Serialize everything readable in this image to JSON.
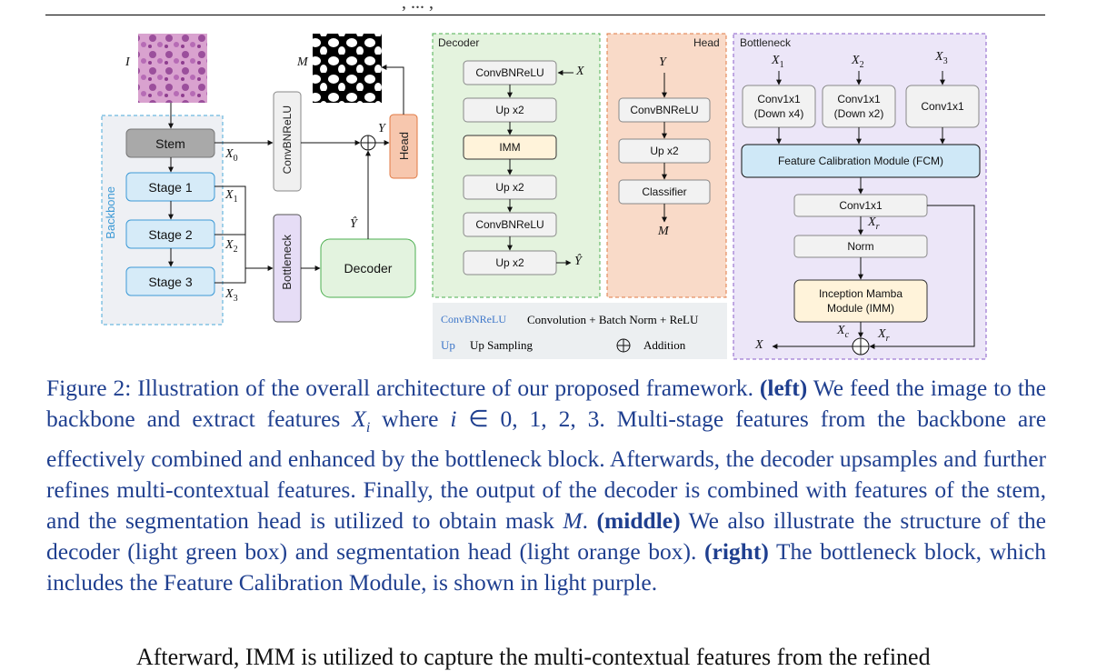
{
  "header_fragment": ", ... ,",
  "figure": {
    "left": {
      "input_label": "I",
      "mask_label": "M",
      "backbone_label": "Backbone",
      "stem": "Stem",
      "stage1": "Stage 1",
      "stage2": "Stage 2",
      "stage3": "Stage 3",
      "convbnrelu": "ConvBNReLU",
      "bottleneck": "Bottleneck",
      "decoder": "Decoder",
      "head": "Head",
      "x0": "X0",
      "x1": "X1",
      "x2": "X2",
      "x3": "X3",
      "y": "Y",
      "y_hat": "Ŷ"
    },
    "decoder_panel": {
      "title": "Decoder",
      "blocks": [
        "ConvBNReLU",
        "Up x2",
        "IMM",
        "Up x2",
        "ConvBNReLU",
        "Up x2"
      ],
      "input": "X",
      "output": "Ŷ"
    },
    "head_panel": {
      "title": "Head",
      "input": "Y",
      "blocks": [
        "ConvBNReLU",
        "Up x2",
        "Classifier"
      ],
      "output": "M"
    },
    "bottleneck_panel": {
      "title": "Bottleneck",
      "inputs": [
        "X1",
        "X2",
        "X3"
      ],
      "conv1": "Conv1x1\n(Down x4)",
      "conv2": "Conv1x1\n(Down x2)",
      "conv3": "Conv1x1",
      "fcm": "Feature Calibration Module (FCM)",
      "conv_mid": "Conv1x1",
      "xr": "Xr",
      "norm": "Norm",
      "imm": "Inception Mamba\nModule (IMM)",
      "xc": "Xc",
      "xr2": "Xr",
      "output": "X"
    },
    "legend": {
      "k1": "ConvBNReLU",
      "v1": "Convolution + Batch Norm + ReLU",
      "k2": "Up",
      "v2": "Up Sampling",
      "v3": "Addition"
    }
  },
  "caption": {
    "label": "Figure 2:",
    "t1": " Illustration of the overall architecture of our proposed framework. ",
    "b1": "(left)",
    "t2": " We feed the image to the backbone and extract features ",
    "m1": "X",
    "m1sub": "i",
    "t3": " where ",
    "m2": "i",
    "t4": " ∈ 0, 1, 2, 3. Multi-stage features from the backbone are effectively combined and enhanced by the bottleneck block. Afterwards, the decoder upsamples and further refines multi-contextual features. Finally, the output of the decoder is combined with features of the stem, and the segmentation head is utilized to obtain mask ",
    "m3": "M",
    "t5": ". ",
    "b2": "(middle)",
    "t6": " We also illustrate the structure of the decoder (light green box) and segmentation head (light orange box). ",
    "b3": "(right)",
    "t7": " The bottleneck block, which includes the Feature Calibration Module, is shown in light purple."
  },
  "next_line": "Afterward, IMM is utilized to capture the multi-contextual features from the refined"
}
